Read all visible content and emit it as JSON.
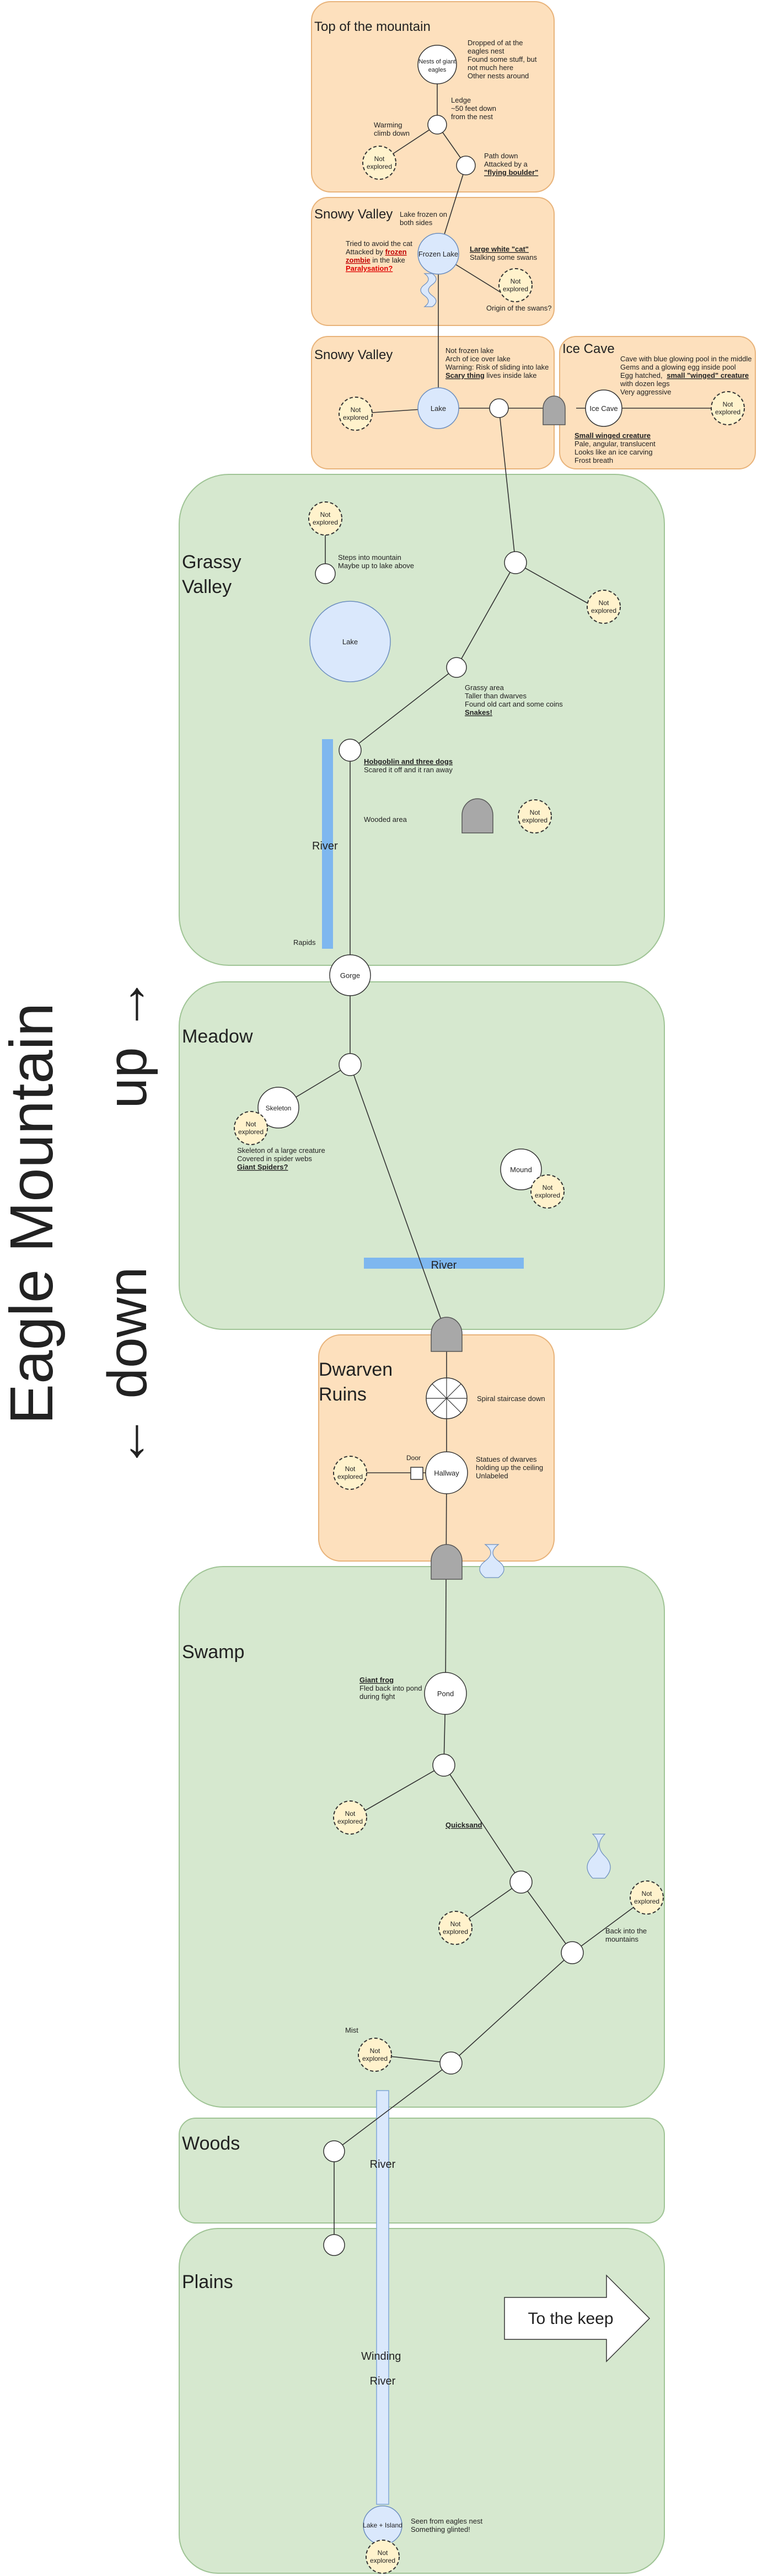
{
  "title": {
    "line1": "Eagle Mountain",
    "up": "up →",
    "down": "← down"
  },
  "regions": {
    "top": {
      "title": "Top of the mountain"
    },
    "snowy1": {
      "title": "Snowy Valley"
    },
    "snowy2": {
      "title": "Snowy Valley"
    },
    "ice": {
      "title": "Ice Cave"
    },
    "grassy": {
      "title_1": "Grassy",
      "title_2": "Valley"
    },
    "meadow": {
      "title": "Meadow"
    },
    "dwarven": {
      "title_1": "Dwarven",
      "title_2": "Ruins"
    },
    "swamp": {
      "title": "Swamp"
    },
    "woods": {
      "title": "Woods"
    },
    "plains": {
      "title": "Plains"
    }
  },
  "nodes": {
    "nests": {
      "l1": "Nests of giant",
      "l2": "eagles"
    },
    "frozen_lake": "Frozen Lake",
    "lake_snowy": "Lake",
    "ice_cave": "Ice Cave",
    "lake_grassy": "Lake",
    "gorge": "Gorge",
    "skeleton": "Skeleton",
    "mound": "Mound",
    "hallway": "Hallway",
    "door": "Door",
    "pond": "Pond",
    "lake_island": "Lake + Island"
  },
  "not_explored": {
    "l1": "Not",
    "l2": "explored"
  },
  "notes": {
    "nests": [
      "Dropped of at the",
      "eagles nest",
      "Found some stuff, but",
      "not much here",
      "Other nests around"
    ],
    "ledge": [
      "Ledge",
      "~50 feet down",
      "from the nest"
    ],
    "warming": [
      "Warming",
      "climb down"
    ],
    "path_down": [
      "Path down",
      "Attacked by a"
    ],
    "path_down_u": "\"flying boulder\"",
    "lake_frozen": [
      "Lake frozen on",
      "both sides"
    ],
    "tried": [
      "Tried to avoid the cat",
      "Attacked by"
    ],
    "tried_frozen": "frozen",
    "tried_zombie": "zombie",
    "tried_rest": " in the lake",
    "tried_red": "Paralysation?",
    "cat_u": "Large white \"cat\"",
    "cat_rest": "Stalking some swans",
    "origin": "Origin of the swans?",
    "not_frozen": [
      "Not frozen lake",
      "Arch of ice over lake",
      "Warning: Risk of sliding into lake"
    ],
    "not_frozen_u": "Scary thing",
    "not_frozen_rest": " lives inside lake",
    "ice_cave": [
      "Cave with blue glowing pool in the middle",
      "Gems and a glowing egg inside pool",
      "Egg hatched,"
    ],
    "ice_cave_u": "small \"winged\" creature",
    "ice_cave_2": [
      "with dozen legs",
      "Very aggressive"
    ],
    "winged_u": "Small winged creature",
    "winged": [
      "Pale, angular, translucent",
      "Looks like an ice carving",
      "Frost breath"
    ],
    "steps": [
      "Steps into mountain",
      "Maybe up to lake above"
    ],
    "grassy_area": [
      "Grassy area",
      "Taller than dwarves",
      "Found old cart and some coins"
    ],
    "snakes_u": "Snakes!",
    "hobgoblin_u": "Hobgoblin and three dogs",
    "hobgoblin": "Scared it off and it ran away",
    "wooded": "Wooded area",
    "river_grassy": "River",
    "rapids": "Rapids",
    "skeleton": [
      "Skeleton of a large creature",
      "Covered in spider webs"
    ],
    "spiders_u": "Giant Spiders?",
    "river_meadow": "River",
    "spiral": "Spiral staircase down",
    "statues": [
      "Statues of dwarves",
      "holding up the ceiling",
      "Unlabeled"
    ],
    "frog_u": "Giant frog",
    "frog": [
      "Fled back into pond",
      "during fight"
    ],
    "quicksand_u": "Quicksand",
    "back_into": [
      "Back into the",
      "mountains"
    ],
    "mist": "Mist",
    "river_woods": "River",
    "winding": [
      "Winding",
      "River"
    ],
    "seen_from": [
      "Seen from eagles nest",
      "Something glinted!"
    ]
  },
  "to_keep": "To the keep"
}
